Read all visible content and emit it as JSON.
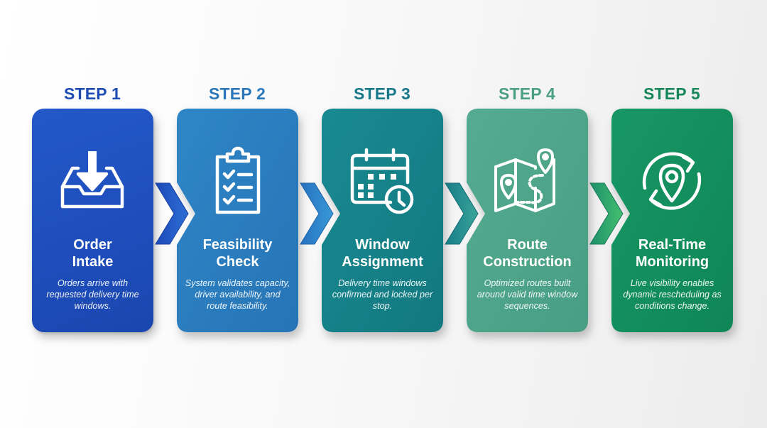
{
  "steps": [
    {
      "label": "STEP 1",
      "title_line1": "Order",
      "title_line2": "Intake",
      "description": "Orders arrive with requested delivery time windows.",
      "icon": "inbox-download-icon",
      "color": "#1e4fbf",
      "label_color": "#1f4cb3"
    },
    {
      "label": "STEP 2",
      "title_line1": "Feasibility",
      "title_line2": "Check",
      "description": "System validates capacity, driver availability, and route feasibility.",
      "icon": "clipboard-checklist-icon",
      "color": "#2a7ec0",
      "label_color": "#2a78b9"
    },
    {
      "label": "STEP 3",
      "title_line1": "Window",
      "title_line2": "Assignment",
      "description": "Delivery time windows confirmed and locked per stop.",
      "icon": "calendar-clock-icon",
      "color": "#168088",
      "label_color": "#18798a"
    },
    {
      "label": "STEP 4",
      "title_line1": "Route",
      "title_line2": "Construction",
      "description": "Optimized routes built around valid time window sequences.",
      "icon": "map-route-icon",
      "color": "#4ea58a",
      "label_color": "#4a9f84"
    },
    {
      "label": "STEP 5",
      "title_line1": "Real-Time",
      "title_line2": "Monitoring",
      "description": "Live visibility enables dynamic rescheduling as conditions change.",
      "icon": "location-refresh-icon",
      "color": "#13905e",
      "label_color": "#16875a"
    }
  ],
  "connectors": [
    {
      "from": "STEP 1",
      "to": "STEP 2",
      "color": "#2155c8"
    },
    {
      "from": "STEP 2",
      "to": "STEP 3",
      "color": "#2a7fc4"
    },
    {
      "from": "STEP 3",
      "to": "STEP 4",
      "color": "#2a8f99"
    },
    {
      "from": "STEP 4",
      "to": "STEP 5",
      "color": "#1f9a6a"
    }
  ]
}
